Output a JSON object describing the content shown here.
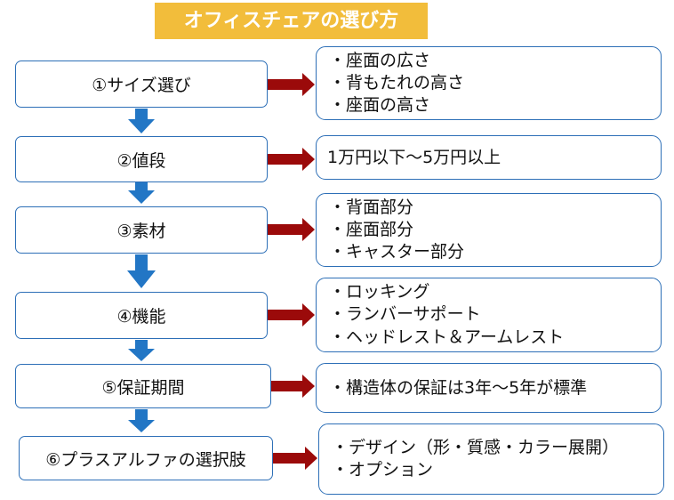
{
  "title": "オフィスチェアの選び方",
  "steps": [
    {
      "label": "①サイズ選び",
      "details": [
        "・座面の広さ",
        "・背もたれの高さ",
        "・座面の高さ"
      ]
    },
    {
      "label": "②値段",
      "details": [
        "1万円以下～5万円以上"
      ]
    },
    {
      "label": "③素材",
      "details": [
        "・背面部分",
        "・座面部分",
        "・キャスター部分"
      ]
    },
    {
      "label": "④機能",
      "details": [
        "・ロッキング",
        "・ランバーサポート",
        "・ヘッドレスト＆アームレスト"
      ]
    },
    {
      "label": "⑤保証期間",
      "details": [
        "・構造体の保証は3年～5年が標準"
      ]
    },
    {
      "label": "⑥プラスアルファの選択肢",
      "details": [
        "・デザイン（形・質感・カラー展開）",
        "・オプション"
      ]
    }
  ],
  "colors": {
    "title_bg": "#f2bd3b",
    "title_text": "#ffffff",
    "box_border": "#2d6fb7",
    "down_arrow": "#2276c5",
    "right_arrow": "#9b0a0a"
  }
}
